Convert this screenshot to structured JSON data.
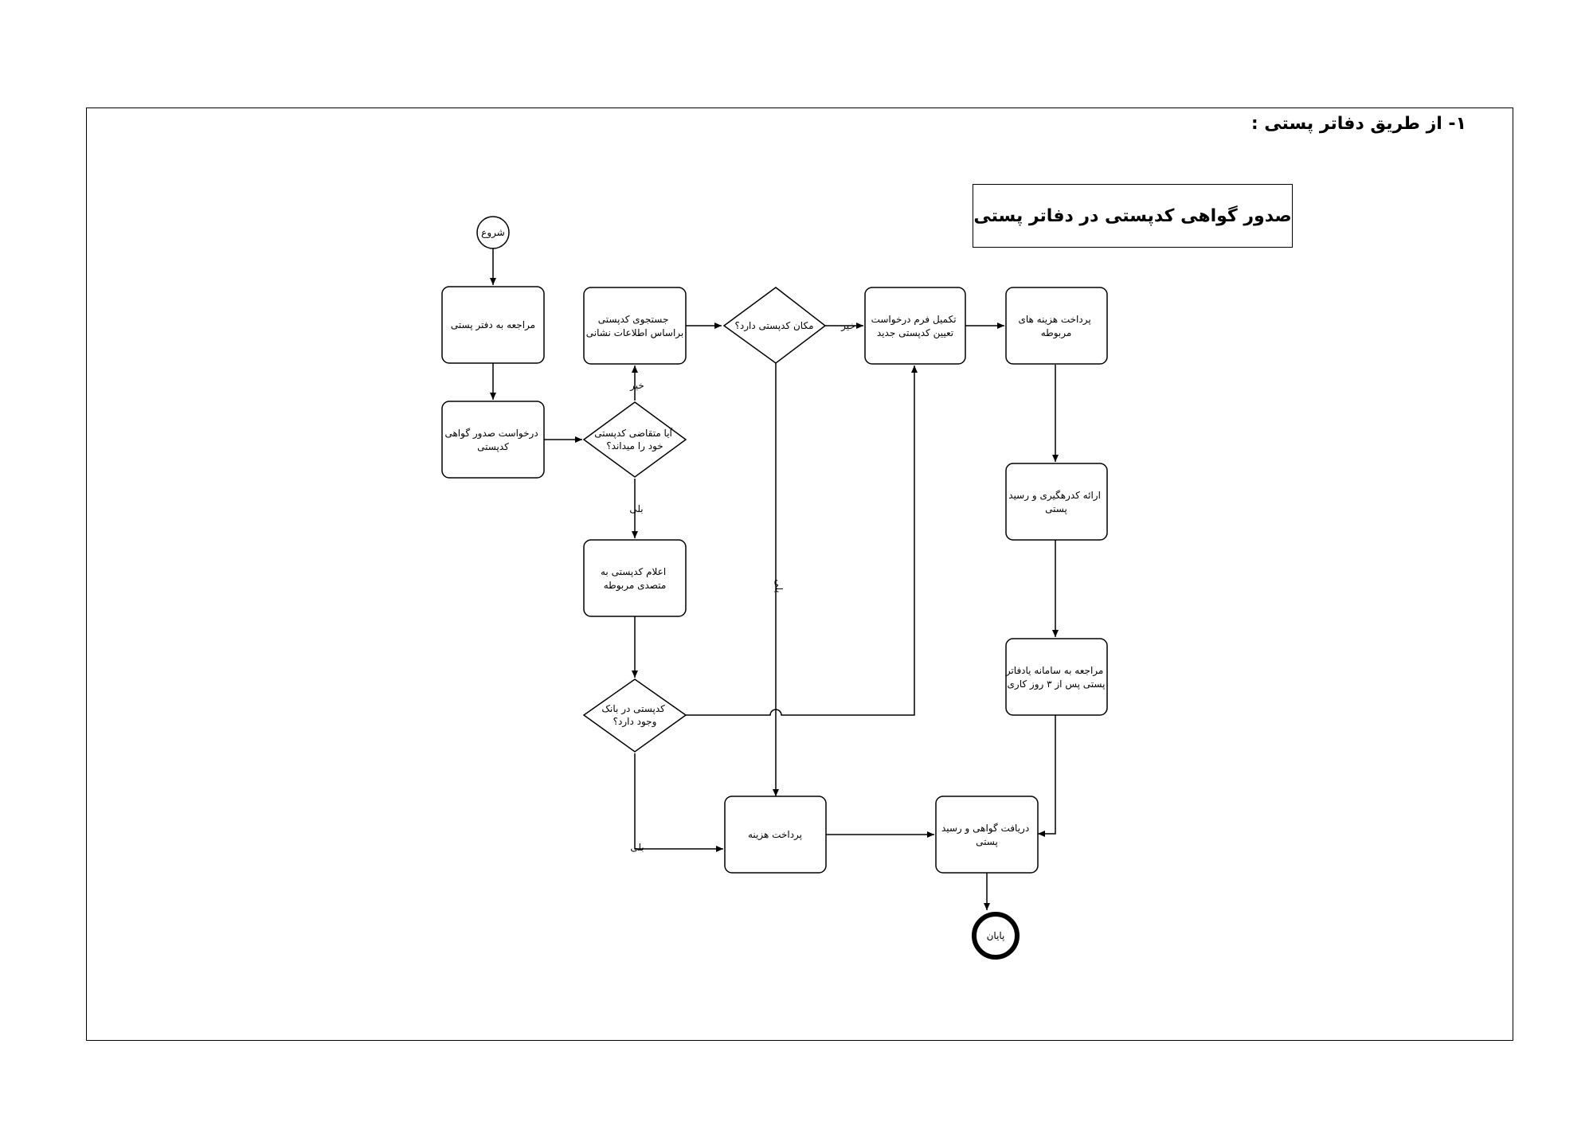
{
  "section_heading": "۱-  از طریق دفاتر پستی :",
  "diagram_title": "صدور گواهی کدپستی در دفاتر پستی",
  "nodes": {
    "start": "شروع",
    "visit_office": "مراجعه به دفتر پستی",
    "request_cert": [
      "درخواست صدور گواهی",
      "کدپستی"
    ],
    "knows_code": [
      "آیا متقاضی کدپستی",
      "خود را میداند؟"
    ],
    "search_code": [
      "جستجوی کدپستی",
      "براساس اطلاعات نشانی"
    ],
    "has_location": "مکان کدپستی دارد؟",
    "fill_form": [
      "تکمیل فرم درخواست",
      "تعیین کدپستی جدید"
    ],
    "pay_fees": [
      "پرداخت هزینه های",
      "مربوطه"
    ],
    "announce_code": [
      "اعلام کدپستی به",
      "متصدی مربوطه"
    ],
    "code_in_bank": [
      "کدپستی در بانک",
      "وجود دارد؟"
    ],
    "tracking": [
      "ارائه کدرهگیری و رسید",
      "پستی"
    ],
    "refer_system": [
      "مراجعه به سامانه یادفاتر",
      "پستی پس از ۳ روز کاری"
    ],
    "pay_cost": "پرداخت هزینه",
    "receive_cert": [
      "دریافت گواهی و رسید",
      "پستی"
    ],
    "end": "پایان"
  },
  "edge_labels": {
    "no_1": "خیر",
    "yes_1": "بلی",
    "no_2": "خیر",
    "yes_2": "بلی",
    "yes_3": "بلی"
  }
}
